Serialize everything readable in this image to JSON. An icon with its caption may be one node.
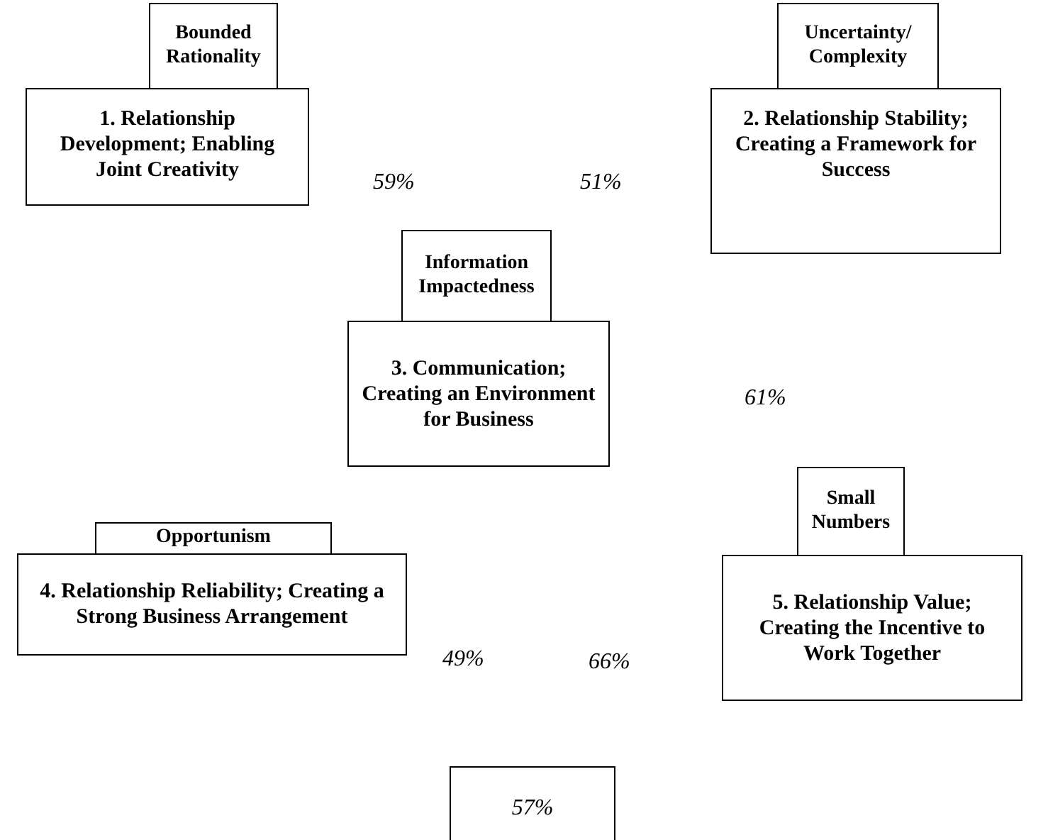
{
  "diagram": {
    "nodes": [
      {
        "text": [
          "Bounded Rationality"
        ]
      },
      {
        "text": [
          "1. Relationship Development; Enabling Joint Creativity"
        ]
      },
      {
        "text": [
          "Uncertainty/ Complexity"
        ]
      },
      {
        "text": [
          "2. Relationship Stability; Creating a Framework for Success"
        ]
      },
      {
        "text": [
          "Information Impactedness"
        ]
      },
      {
        "text": [
          "3. Communication; Creating an Environment for Business"
        ]
      },
      {
        "text": [
          "Opportunism"
        ]
      },
      {
        "text": [
          "4. Relationship Reliability; Creating a Strong Business Arrangement"
        ]
      },
      {
        "text": [
          "Small Numbers"
        ]
      },
      {
        "text": [
          "5. Relationship Value; Creating the Incentive to Work Together"
        ]
      },
      {
        "text": [
          "57%"
        ]
      }
    ],
    "labels": [
      "59%",
      "51%",
      "61%",
      "49%",
      "66%"
    ]
  }
}
